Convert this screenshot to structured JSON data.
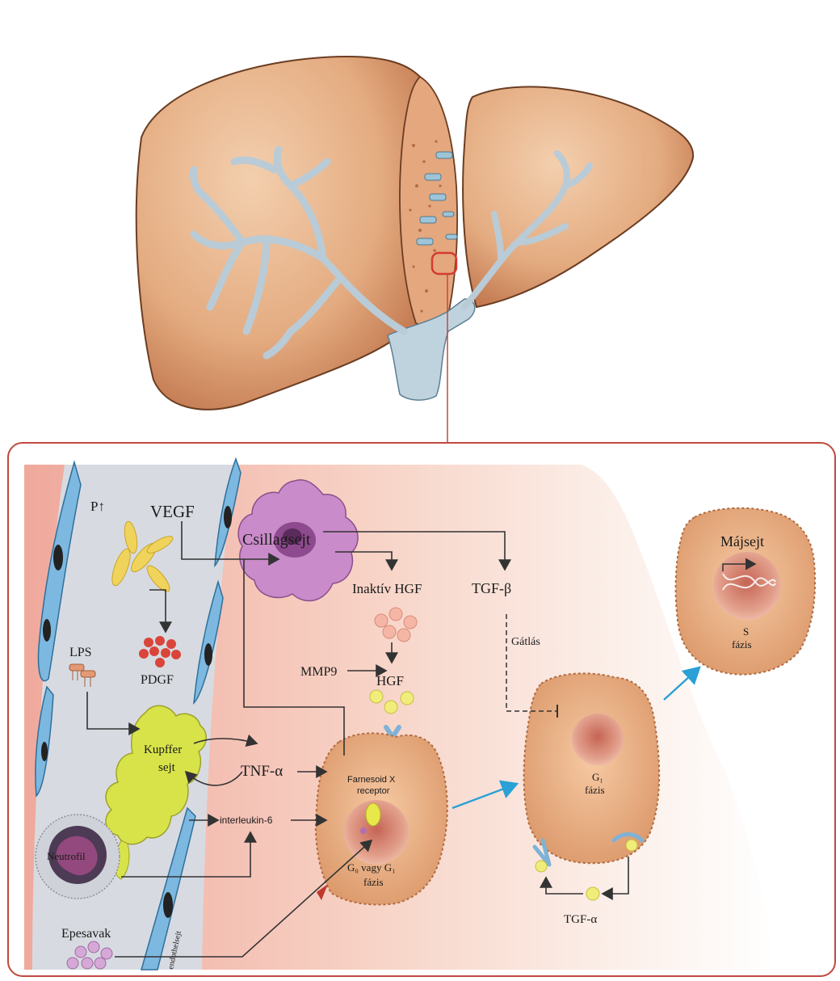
{
  "labels": {
    "p_arrow": "P↑",
    "vegf": "VEGF",
    "csillagsejt": "Csillagsejt",
    "inaktiv_hgf": "Inaktív HGF",
    "tgf_beta": "TGF-β",
    "gatlas": "Gátlás",
    "mmp9": "MMP9",
    "hgf": "HGF",
    "lps": "LPS",
    "pdgf": "PDGF",
    "kupffer_1": "Kupffer",
    "kupffer_2": "sejt",
    "tnf_alpha": "TNF-α",
    "interleukin6": "interleukin-6",
    "farnesoid_1": "Farnesoid X",
    "farnesoid_2": "receptor",
    "g0g1_1": "G₀ vagy G₁",
    "g0g1_2": "fázis",
    "g1_1": "G₁",
    "g1_2": "fázis",
    "majsejt": "Májsejt",
    "s_1": "S",
    "s_2": "fázis",
    "tgf_alpha": "TGF-α",
    "epesavak": "Epesavak",
    "neutrofil": "Neutrofil",
    "endothel": "endothelsejt"
  },
  "colors": {
    "liver": "#e7b38a",
    "liver_dark": "#c9835a",
    "liver_outline": "#6b3d22",
    "vessel": "#bfd3df",
    "panel_border": "#c0493f",
    "panel_bg_left": "#f2b3a6",
    "panel_bg_right": "#fbe8e0",
    "sinusoid": "#d9dde3",
    "endothelial": "#7db8e0",
    "stellate": "#c98bc9",
    "kupffer": "#d8e34a",
    "hepatocyte": "#eab48a",
    "nucleus": "#d98872",
    "blue_arrow": "#2aa0d6"
  }
}
